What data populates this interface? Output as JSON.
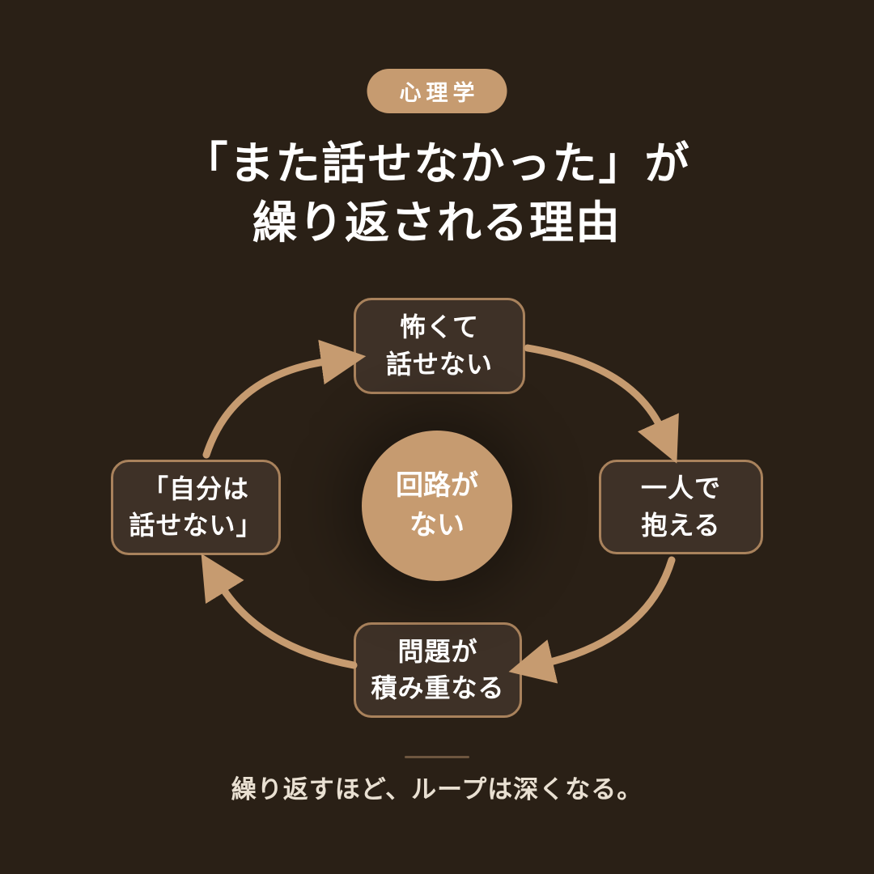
{
  "page": {
    "background_color": "#2a2016",
    "accent_color": "#c69b70",
    "text_color": "#ffffff"
  },
  "badge": {
    "label": "心理学"
  },
  "title": {
    "line1": "「また話せなかった」が",
    "line2": "繰り返される理由"
  },
  "cycle": {
    "direction": "clockwise",
    "center": {
      "line1": "回路が",
      "line2": "ない",
      "fill_color": "#c69b70"
    },
    "nodes": [
      {
        "position": "top",
        "line1": "怖くて",
        "line2": "話せない"
      },
      {
        "position": "right",
        "line1": "一人で",
        "line2": "抱える"
      },
      {
        "position": "bottom",
        "line1": "問題が",
        "line2": "積み重なる"
      },
      {
        "position": "left",
        "line1": "「自分は",
        "line2": "話せない」"
      }
    ],
    "node_fill_color": "#3e3127",
    "node_border_color": "#a9825c",
    "arrow_color": "#c69b70"
  },
  "footer": {
    "caption": "繰り返すほど、ループは深くなる。",
    "divider_color": "#6e563f"
  }
}
